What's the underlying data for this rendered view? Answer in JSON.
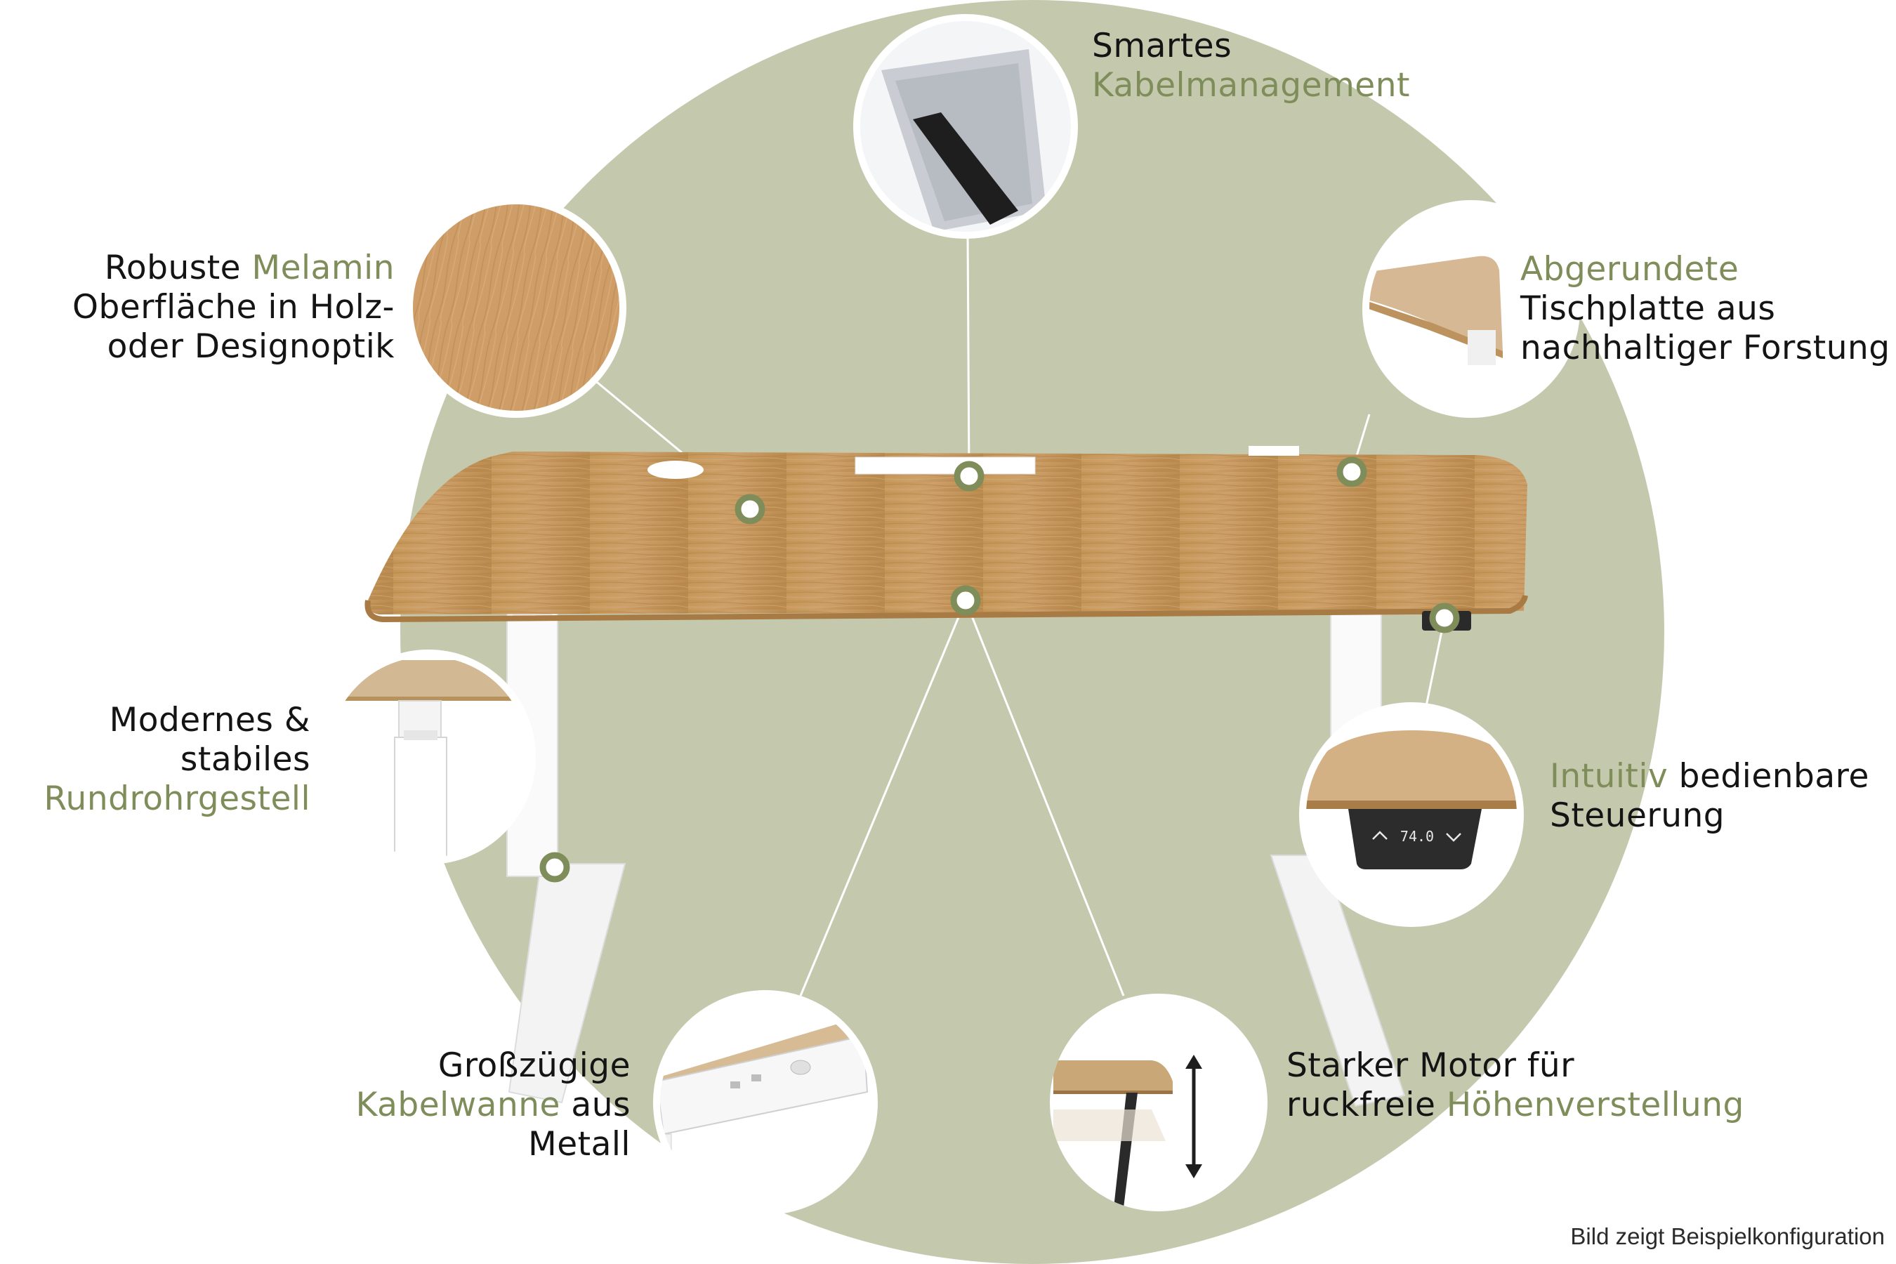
{
  "features": {
    "cable_management": {
      "line1": "Smartes",
      "line2": "Kabelmanagement"
    },
    "melamine": {
      "line1_a": "Robuste ",
      "line1_b": "Melamin",
      "line2": "Oberfläche in Holz-",
      "line3": "oder Designoptik"
    },
    "rounded_top": {
      "line1": "Abgerundete",
      "line2": "Tischplatte aus",
      "line3": "nachhaltiger Forstung"
    },
    "frame": {
      "line1": "Modernes &",
      "line2": "stabiles",
      "line3": "Rundrohrgestell"
    },
    "control": {
      "line1_a": "Intuitiv",
      "line1_b": " bedienbare",
      "line2": "Steuerung"
    },
    "cable_tray": {
      "line1": "Großzügige",
      "line2_a": "Kabelwanne",
      "line2_b": " aus",
      "line3": "Metall"
    },
    "motor": {
      "line1": "Starker Motor für",
      "line2_a": "ruckfreie ",
      "line2_b": "Höhenverstellung"
    }
  },
  "control_display": "74.0",
  "caption": "Bild zeigt Beispielkonfiguration",
  "colors": {
    "accent": "#7f8d5a",
    "background_circle": "#c4c9ae",
    "wood": "#c89c62",
    "frame": "#ffffff"
  }
}
